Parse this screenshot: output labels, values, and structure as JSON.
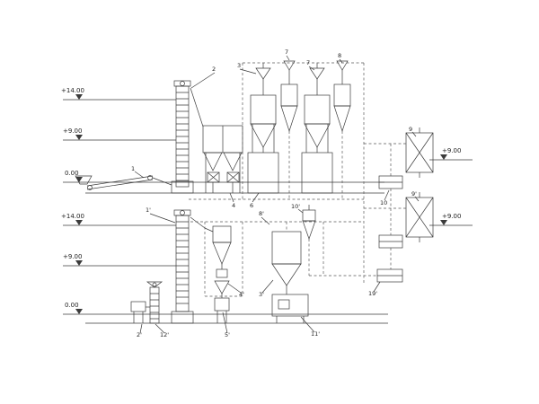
{
  "colors": {
    "background": "#ffffff",
    "line": "#3b3b3b",
    "dashed_line": "#5a5a5a",
    "text": "#222222"
  },
  "elevations": [
    {
      "label": "+14.00"
    },
    {
      "label": "+9.00"
    },
    {
      "label": "0.00"
    },
    {
      "label": "+14.00"
    },
    {
      "label": "+9.00"
    },
    {
      "label": "0.00"
    },
    {
      "label": "+9.00"
    },
    {
      "label": "+9.00"
    }
  ],
  "callouts": [
    {
      "label": "1"
    },
    {
      "label": "2"
    },
    {
      "label": "3"
    },
    {
      "label": "7"
    },
    {
      "label": "7"
    },
    {
      "label": "8"
    },
    {
      "label": "4"
    },
    {
      "label": "6"
    },
    {
      "label": "9"
    },
    {
      "label": "9'"
    },
    {
      "label": "10"
    },
    {
      "label": "19'"
    },
    {
      "label": "1'"
    },
    {
      "label": "8'"
    },
    {
      "label": "10'"
    },
    {
      "label": "4'"
    },
    {
      "label": "3'"
    },
    {
      "label": "2'"
    },
    {
      "label": "12'"
    },
    {
      "label": "5'"
    },
    {
      "label": "11'"
    }
  ]
}
